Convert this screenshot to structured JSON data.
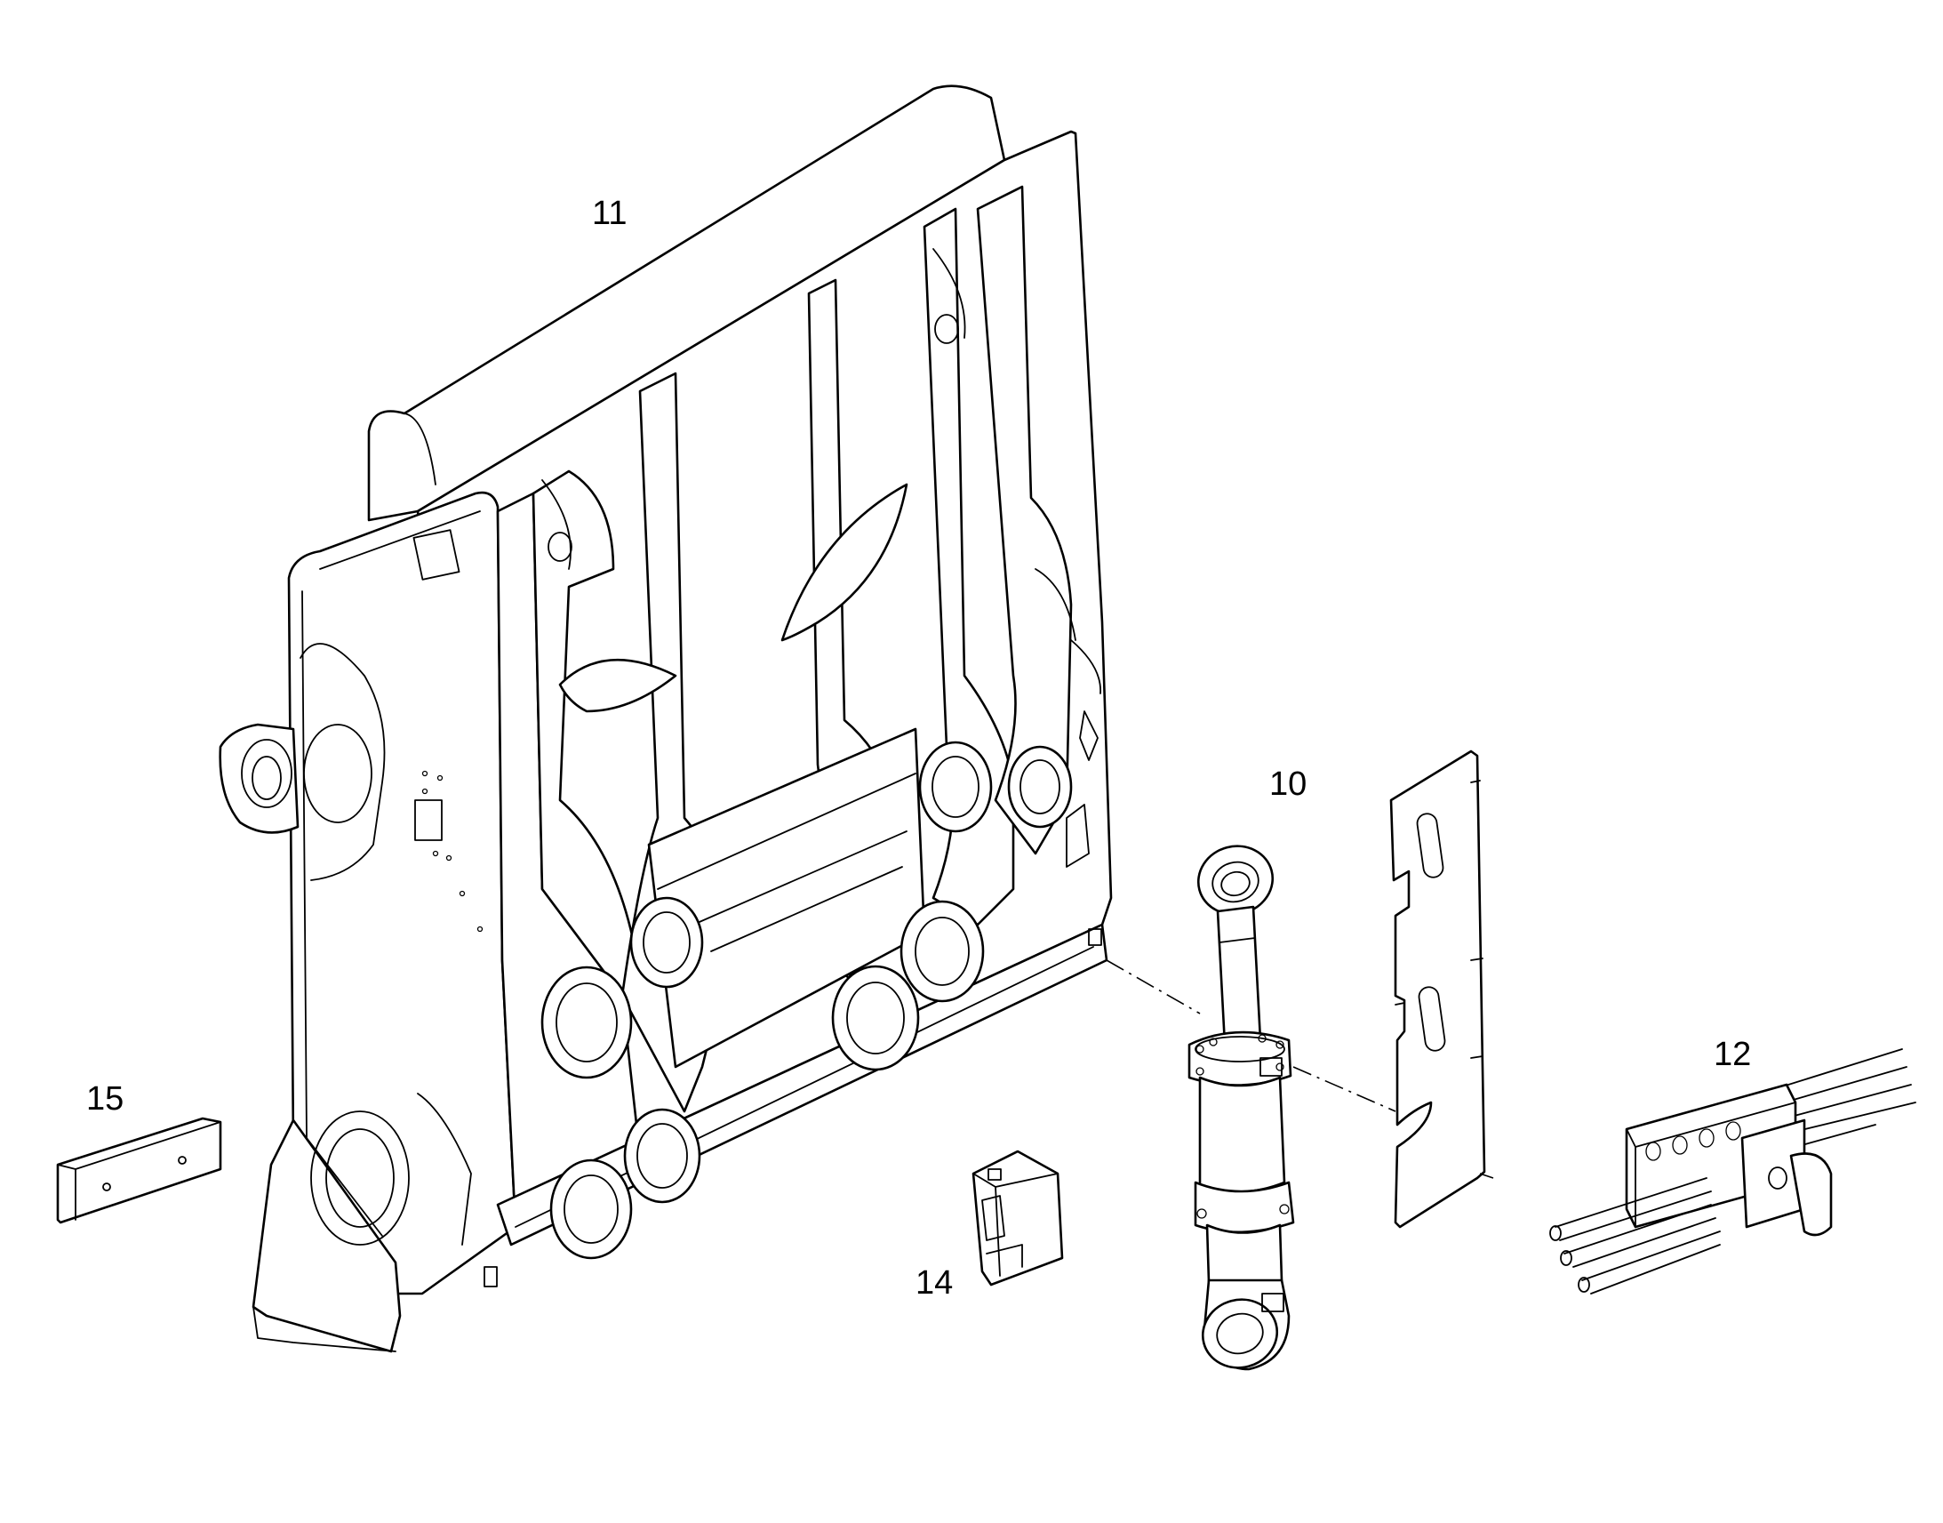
{
  "callouts": {
    "frame": "11",
    "cylinder": "10",
    "valve_block": "12",
    "bracket": "14",
    "wear_pad": "15"
  }
}
